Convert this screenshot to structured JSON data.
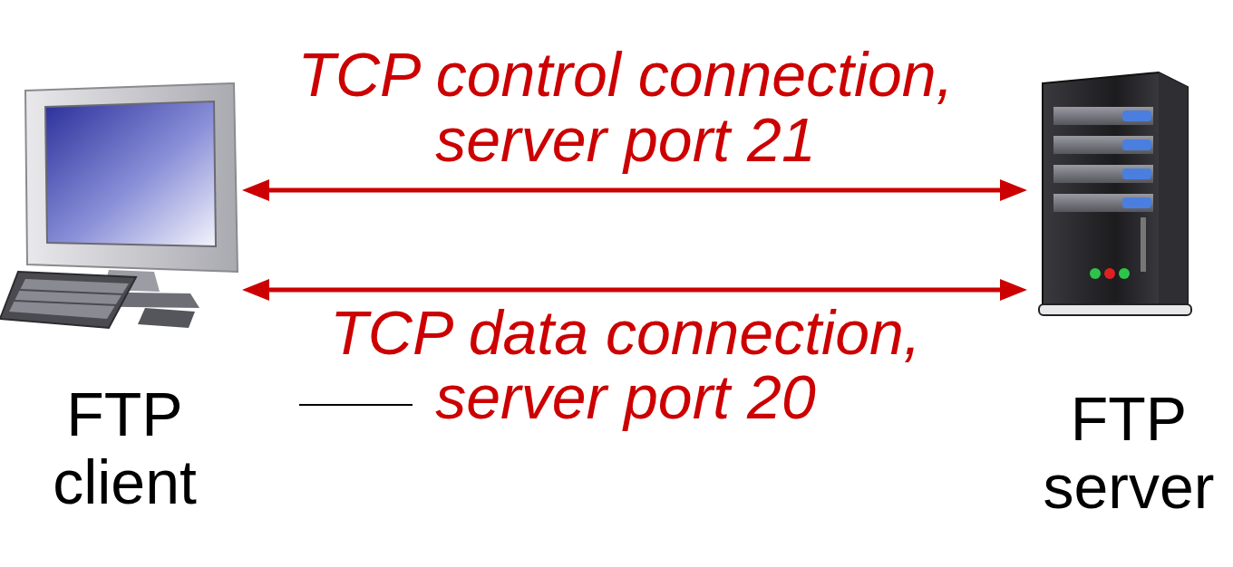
{
  "diagram": {
    "nodes": [
      {
        "text": [
          "FTP client"
        ]
      },
      {
        "text": [
          "FTP server"
        ]
      }
    ],
    "edges": [
      {
        "from": 0,
        "to": 1,
        "arrow": "both",
        "label": "TCP control connection, server port 21"
      },
      {
        "from": 0,
        "to": 1,
        "arrow": "both",
        "label": "TCP data connection, server port 20"
      }
    ]
  }
}
